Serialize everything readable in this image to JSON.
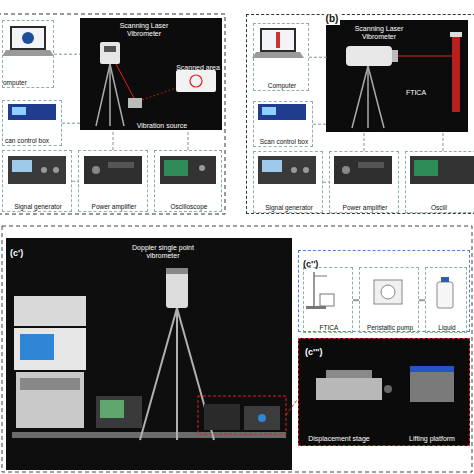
{
  "diagram": {
    "nodes": [
      {
        "text": [
          "omputer"
        ]
      },
      {
        "text": [
          "Scanning Laser Vibrometer",
          "Scanned area",
          "Vibration source"
        ]
      },
      {
        "text": [
          "can control box"
        ]
      },
      {
        "text": [
          "Signal generator"
        ]
      },
      {
        "text": [
          "Power amplifier"
        ]
      },
      {
        "text": [
          "Oscilloscope"
        ]
      },
      {
        "text": [
          "(b)"
        ]
      },
      {
        "text": [
          "Computer"
        ],
        "in": 6
      },
      {
        "text": [
          "Scanning Laser Vibrometer",
          "FTICA"
        ],
        "in": 6
      },
      {
        "text": [
          "Scan control box"
        ],
        "in": 6
      },
      {
        "text": [
          "Signal generator"
        ],
        "in": 6
      },
      {
        "text": [
          "Power amplifier"
        ],
        "in": 6
      },
      {
        "text": [
          "Oscill"
        ],
        "in": 6
      },
      {
        "text": [
          "(c')",
          "Doppler single point vibrometer"
        ]
      },
      {
        "text": [
          "(c'')"
        ]
      },
      {
        "text": [
          "FTICA"
        ],
        "in": 14
      },
      {
        "text": [
          "Peristaltic pump"
        ],
        "in": 14
      },
      {
        "text": [
          "Liquid"
        ],
        "in": 14
      },
      {
        "text": [
          "(c''')",
          "Displacement stage",
          "Lifting platform"
        ]
      }
    ],
    "edges": [
      {
        "from": 0,
        "to": 1,
        "arrow": "none"
      },
      {
        "from": 2,
        "to": 1,
        "arrow": "none"
      },
      {
        "from": 3,
        "to": 4,
        "arrow": "none"
      },
      {
        "from": 4,
        "to": 1,
        "arrow": "none"
      },
      {
        "from": 5,
        "to": 1,
        "arrow": "none"
      },
      {
        "from": 7,
        "to": 8,
        "arrow": "none"
      },
      {
        "from": 9,
        "to": 8,
        "arrow": "none"
      },
      {
        "from": 10,
        "to": 11,
        "arrow": "none"
      },
      {
        "from": 11,
        "to": 8,
        "arrow": "none"
      },
      {
        "from": 12,
        "to": 8,
        "arrow": "none"
      },
      {
        "from": 15,
        "to": 16,
        "arrow": "none"
      },
      {
        "from": 16,
        "to": 17,
        "arrow": "none"
      }
    ]
  }
}
